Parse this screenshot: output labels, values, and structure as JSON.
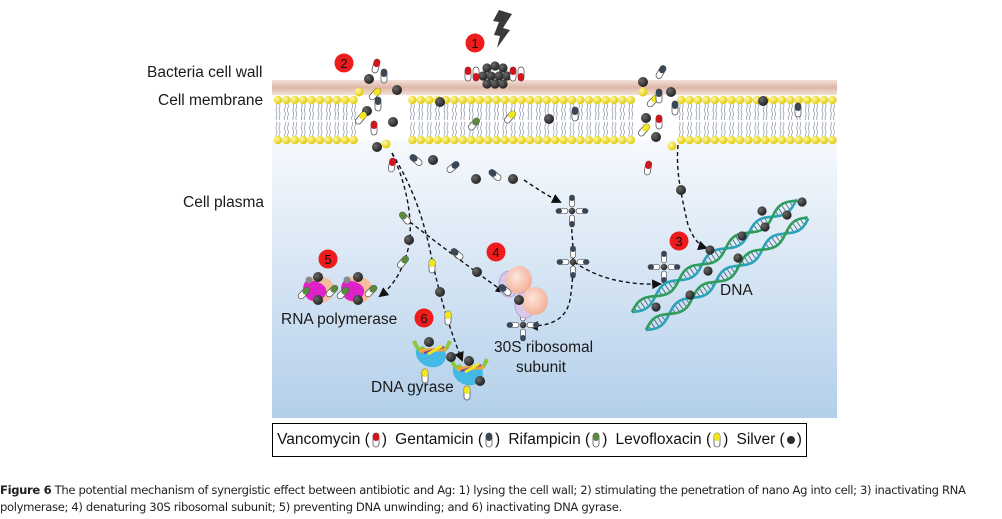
{
  "figure": {
    "labels": {
      "cell_wall": "Bacteria cell wall",
      "cell_membrane": "Cell membrane",
      "cell_plasma": "Cell plasma",
      "rna_polymerase": "RNA polymerase",
      "dna_gyrase": "DNA gyrase",
      "ribosome_line1": "30S ribosomal",
      "ribosome_line2": "subunit",
      "dna": "DNA"
    },
    "steps": [
      {
        "number": "1",
        "meaning": "lysing the cell wall"
      },
      {
        "number": "2",
        "meaning": "stimulating the penetration of nano Ag into cell"
      },
      {
        "number": "3",
        "meaning": "inactivating RNA polymerase"
      },
      {
        "number": "4",
        "meaning": "denaturing 30S ribosomal subunit"
      },
      {
        "number": "5",
        "meaning": "preventing DNA unwinding"
      },
      {
        "number": "6",
        "meaning": "inactivating DNA gyrase"
      }
    ],
    "colors": {
      "step_badge": "#ee1c1c",
      "cell_wall": "#e8c4b4",
      "lipid_head": "#f4e318",
      "plasma_top": "#f4f8fc",
      "plasma_bottom": "#b3cfea",
      "silver": "#2f2f2f",
      "vancomycin": "#d4141c",
      "gentamicin": "#3a4756",
      "rifampicin": "#5c8a3c",
      "levofloxacin": "#f2e61e",
      "rna_polymerase": "#e020c8",
      "dna_strand": "#2aa3b8"
    }
  },
  "legend": {
    "items": [
      {
        "label": "Vancomycin (",
        "suffix": ")",
        "icon": "vancomycin-capsule-icon",
        "color": "#d4141c"
      },
      {
        "label": "Gentamicin (",
        "suffix": ")",
        "icon": "gentamicin-capsule-icon",
        "color": "#3a4756"
      },
      {
        "label": "Rifampicin (",
        "suffix": ")",
        "icon": "rifampicin-capsule-icon",
        "color": "#5c8a3c"
      },
      {
        "label": "Levofloxacin (",
        "suffix": ")",
        "icon": "levofloxacin-capsule-icon",
        "color": "#f2e61e"
      },
      {
        "label": "Silver (",
        "suffix": ")",
        "icon": "silver-particle-icon",
        "color": "#2f2f2f"
      }
    ]
  },
  "caption": {
    "label": "Figure 6",
    "text": " The potential mechanism of synergistic effect between antibiotic and Ag: 1) lysing the cell wall; 2) stimulating the penetration of nano Ag into cell; 3) inactivating RNA polymerase; 4) denaturing 30S ribosomal subunit; 5) preventing DNA unwinding; and 6) inactivating DNA gyrase."
  }
}
